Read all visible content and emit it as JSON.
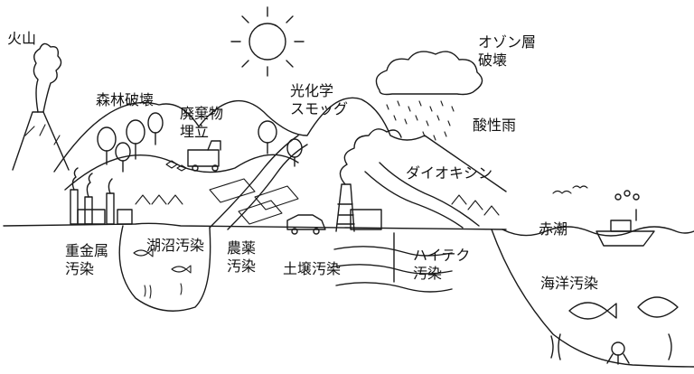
{
  "labels": {
    "volcano": "火山",
    "deforestation": "森林破壊",
    "waste_landfill": "廃棄物\n埋立",
    "photochemical_smog": "光化学\nスモッグ",
    "ozone_depletion": "オゾン層\n破壊",
    "acid_rain": "酸性雨",
    "dioxin": "ダイオキシン",
    "red_tide": "赤潮",
    "heavy_metal": "重金属\n汚染",
    "lake_pollution": "湖沼汚染",
    "pesticide": "農薬\n汚染",
    "soil_pollution": "土壌汚染",
    "hightech_pollution": "ハイテク\n汚染",
    "ocean_pollution": "海洋汚染"
  }
}
